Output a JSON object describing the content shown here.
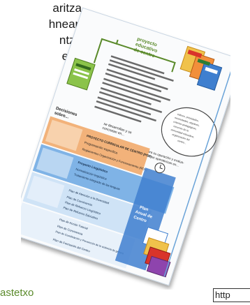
{
  "side_text": [
    "aritza",
    "hnean",
    "ntza",
    "edo"
  ],
  "bottom_left": "astetxo",
  "bottom_right": "http",
  "poster": {
    "title_lines": [
      "proyecto",
      "educativo",
      "de centro"
    ],
    "section_label_lines": [
      "Decisiones",
      "sobre..."
    ],
    "middle_label_lines": [
      "se desarrollan y se",
      "concretan en..."
    ],
    "right_label_lines": [
      "para su operación y evalua-",
      "ción se operativizan en..."
    ],
    "bubble_lines": [
      "valores, prioridades,",
      "necesidades, objetivos,",
      "criterios pedagógicos,",
      "recursos de la",
      "comunidad educativa,",
      "organización del",
      "centro..."
    ],
    "items": [
      "PROYECTO CURRICULAR DE CENTRO (PCC)",
      "Programación específica",
      "Reglamentos Organización y Funcionamiento (ROF)",
      "Proyecto Lingüístico",
      "Normalización lingüística",
      "Tratamiento integrado de las lenguas",
      "Plan de Atención a la Diversidad",
      "Plan de Convivencia",
      "Plan de Refuerzo Lingüístico",
      "Plan de Refuerzo Educativo",
      "Plan de Acción Tutorial",
      "Plan de Convivencia",
      "Plan de Coordinación y Prevención de la violencia de género",
      "Plan de Formación del Centro"
    ],
    "plan_label_lines": [
      "Plan",
      "Anual de",
      "Centro"
    ],
    "colors": {
      "green": "#5a8a2a",
      "orange": "#f2b27a",
      "blue_light": "#cfe3f6",
      "blue_mid": "#7fb3e6",
      "blue_dark": "#3f7fcf",
      "border_blue": "#6aa3d8"
    }
  }
}
